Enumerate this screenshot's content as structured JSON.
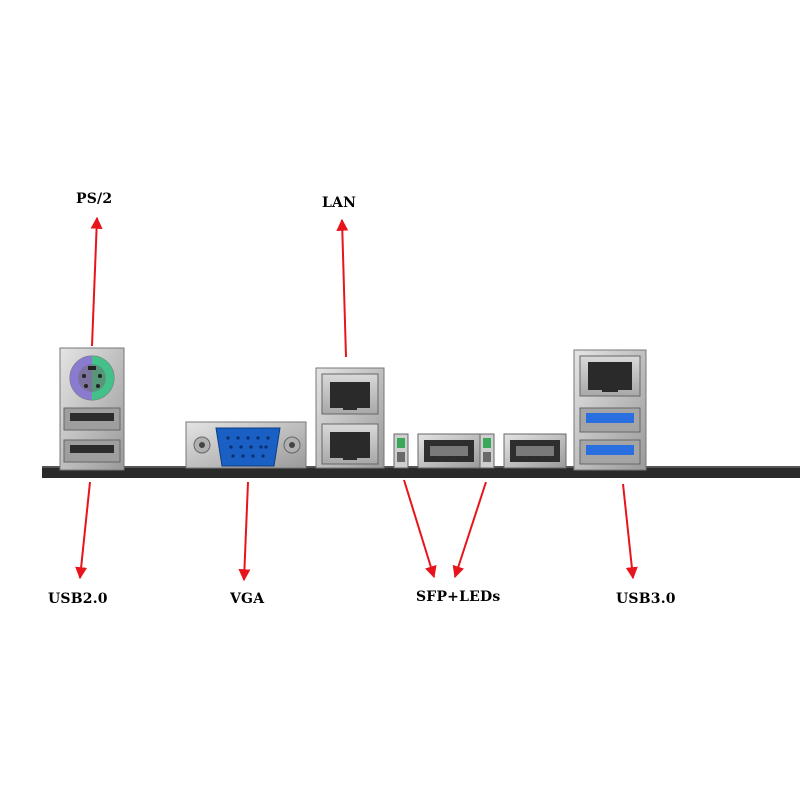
{
  "labels": {
    "ps2": "PS/2",
    "lan": "LAN",
    "usb2": "USB2.0",
    "vga": "VGA",
    "sfp_leds": "SFP+LEDs",
    "usb3": "USB3.0"
  },
  "colors": {
    "arrow": "#e8141b",
    "io_plate": "#2a2a2a",
    "metal": "#c8c8c8",
    "vga_blue": "#1a5fc4",
    "usb3_blue": "#2a6fe0",
    "ps2_purple": "#8a7ad0",
    "ps2_green": "#44c08a",
    "led_green": "#3aa85a"
  }
}
